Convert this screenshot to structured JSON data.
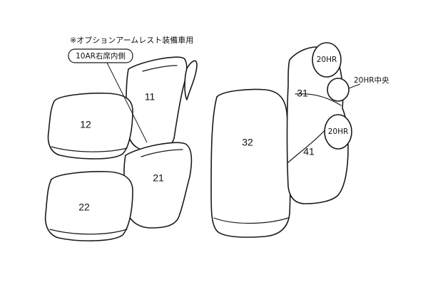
{
  "notes": {
    "armrest_note": "※オプションアームレスト装備車用",
    "armrest_tag": "10AR右席内側",
    "center_label": "20HR中央"
  },
  "headrests": {
    "top": "20HR",
    "lower": "20HR"
  },
  "parts": {
    "p11": "11",
    "p12": "12",
    "p21": "21",
    "p22": "22",
    "p31": "31",
    "p32": "32",
    "p41": "41"
  }
}
